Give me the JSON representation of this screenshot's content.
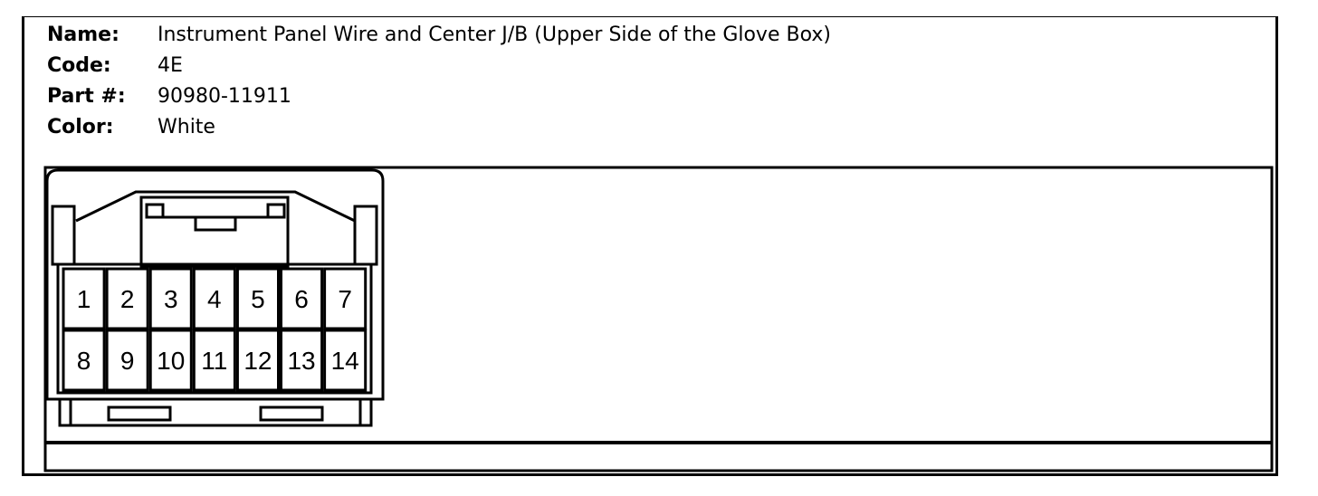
{
  "connector": {
    "name_label": "Name:",
    "name_value": "Instrument Panel Wire and Center J/B (Upper Side of the Glove Box)",
    "code_label": "Code:",
    "code_value": "4E",
    "part_label": "Part #:",
    "part_value": "90980-11911",
    "color_label": "Color:",
    "color_value": "White"
  },
  "pins": {
    "top_row": [
      "1",
      "2",
      "3",
      "4",
      "5",
      "6",
      "7"
    ],
    "bottom_row": [
      "8",
      "9",
      "10",
      "11",
      "12",
      "13",
      "14"
    ]
  }
}
